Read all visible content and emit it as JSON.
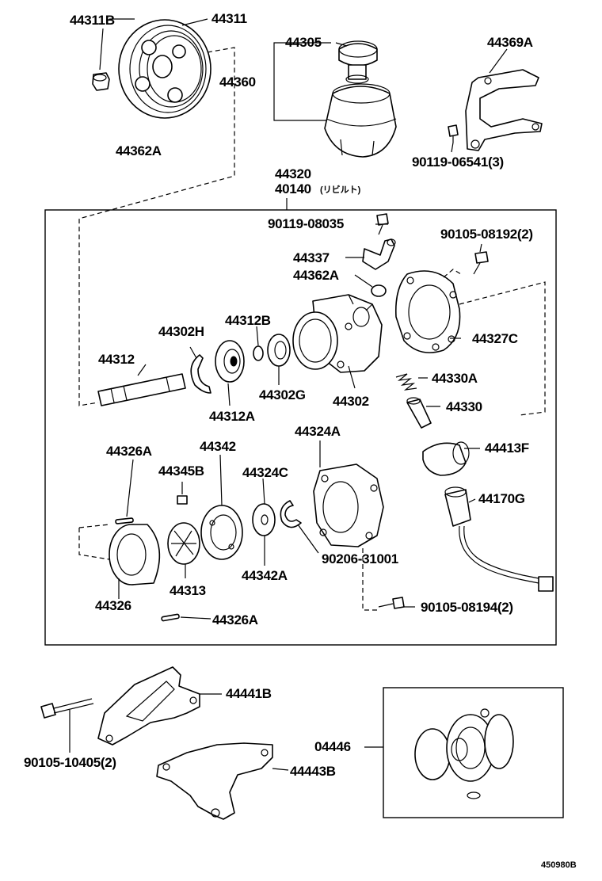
{
  "labels": {
    "p44311B": "44311B",
    "p44311": "44311",
    "p44305": "44305",
    "p44369A": "44369A",
    "p44360": "44360",
    "p44362A_top": "44362A",
    "p90119_06541": "90119-06541(3)",
    "p44320": "44320",
    "p40140": "40140",
    "p40140_note": "(リビルト)",
    "p90119_08035": "90119-08035",
    "p90105_08192": "90105-08192(2)",
    "p44337": "44337",
    "p44362A": "44362A",
    "p44302H": "44302H",
    "p44312B": "44312B",
    "p44327C": "44327C",
    "p44312": "44312",
    "p44330A": "44330A",
    "p44302G": "44302G",
    "p44302": "44302",
    "p44330": "44330",
    "p44312A": "44312A",
    "p44324A": "44324A",
    "p44326A_top": "44326A",
    "p44342": "44342",
    "p44413F": "44413F",
    "p44345B": "44345B",
    "p44324C": "44324C",
    "p44170G": "44170G",
    "p90206_31001": "90206-31001",
    "p44313": "44313",
    "p44342A": "44342A",
    "p44326": "44326",
    "p90105_08194": "90105-08194(2)",
    "p44326A_bottom": "44326A",
    "p44441B": "44441B",
    "p04446": "04446",
    "p90105_10405": "90105-10405(2)",
    "p44443B": "44443B",
    "figure_id": "450980B"
  }
}
